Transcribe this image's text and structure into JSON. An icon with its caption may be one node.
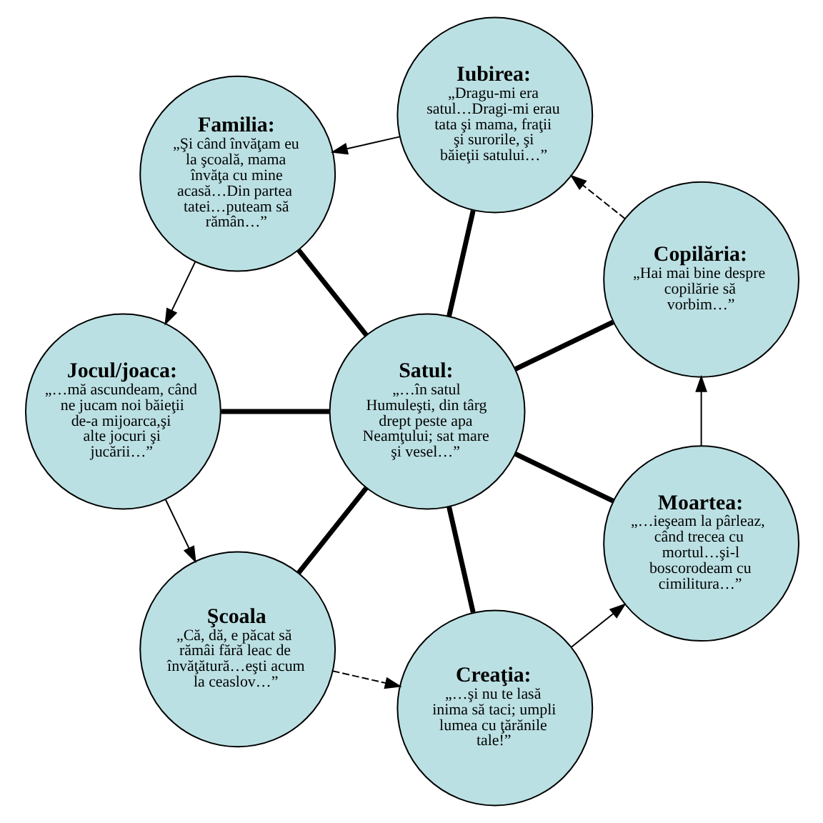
{
  "diagram": {
    "nodes": [
      {
        "text": [
          "Satul:",
          "„…în satul Humuleşti, din târg drept peste apa Neamţului; sat mare şi vesel…”"
        ]
      },
      {
        "text": [
          "Copilăria:",
          "„Hai mai bine despre copilărie să vorbim…”"
        ]
      },
      {
        "text": [
          "Iubirea:",
          "„Dragu-mi era satul…Dragi-mi erau tata şi mama, fraţii şi surorile, şi băieţii satului…”"
        ]
      },
      {
        "text": [
          "Familia:",
          "„Şi când învăţam eu la şcoală, mama învăţa cu mine acasă…Din partea tatei…puteam să rămân…”"
        ]
      },
      {
        "text": [
          "Jocul/joaca:",
          "„…mă ascundeam, când ne jucam noi băieţii de-a mijoarca,şi alte jocuri şi jucării…”"
        ]
      },
      {
        "text": [
          "Şcoala",
          "„Că, dă, e păcat să rămâi fără leac de învăţătură…eşti acum la ceaslov…”"
        ]
      },
      {
        "text": [
          "Creaţia:",
          "„…şi nu te lasă inima să taci; umpli lumea cu ţărănile tale!”"
        ]
      },
      {
        "text": [
          "Moartea:",
          "„…ieşeam la pârleaz, când trecea cu mortul…şi-l boscorodeam cu cimilitura…”"
        ]
      }
    ],
    "edges": [
      {
        "from": 0,
        "to": 1,
        "arrow": "none",
        "style": "thick"
      },
      {
        "from": 0,
        "to": 2,
        "arrow": "none",
        "style": "thick"
      },
      {
        "from": 0,
        "to": 3,
        "arrow": "none",
        "style": "thick"
      },
      {
        "from": 0,
        "to": 4,
        "arrow": "none",
        "style": "thick"
      },
      {
        "from": 0,
        "to": 5,
        "arrow": "none",
        "style": "thick"
      },
      {
        "from": 0,
        "to": 6,
        "arrow": "none",
        "style": "thick"
      },
      {
        "from": 0,
        "to": 7,
        "arrow": "none",
        "style": "thick"
      },
      {
        "from": 1,
        "to": 2,
        "arrow": "to",
        "style": "dashed"
      },
      {
        "from": 2,
        "to": 3,
        "arrow": "to"
      },
      {
        "from": 3,
        "to": 4,
        "arrow": "to"
      },
      {
        "from": 4,
        "to": 5,
        "arrow": "to"
      },
      {
        "from": 5,
        "to": 6,
        "arrow": "to",
        "style": "dashed"
      },
      {
        "from": 6,
        "to": 7,
        "arrow": "to"
      },
      {
        "from": 7,
        "to": 1,
        "arrow": "to"
      }
    ]
  }
}
